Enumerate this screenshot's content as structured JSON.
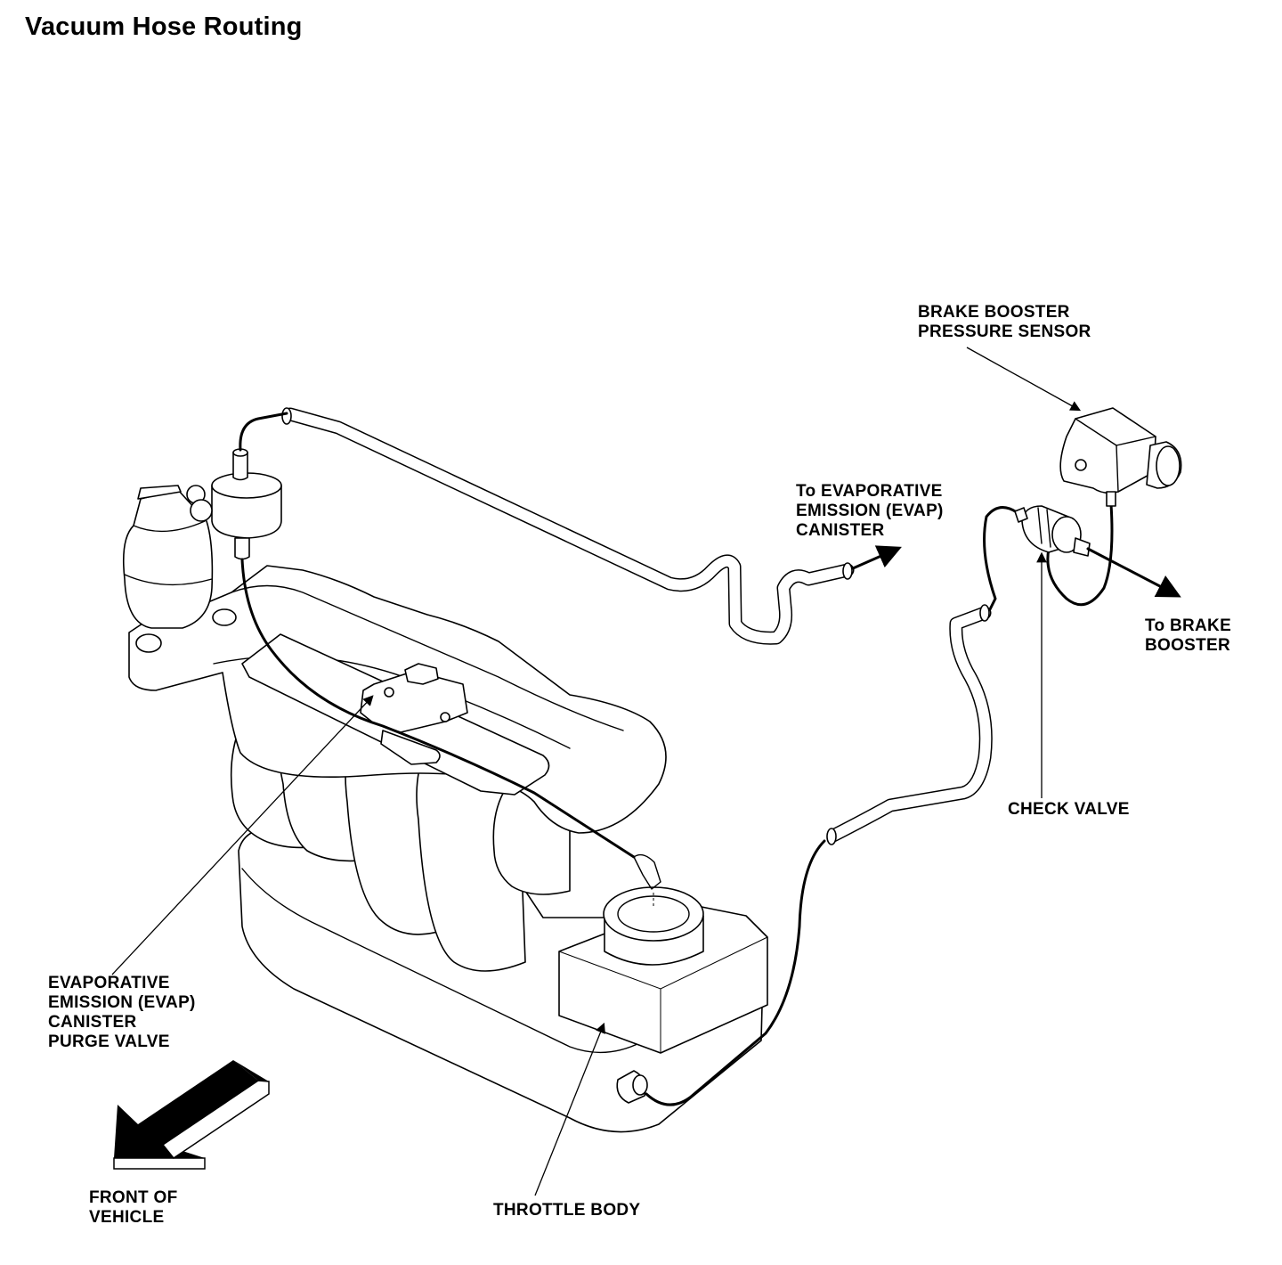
{
  "title": "Vacuum Hose Routing",
  "labels": {
    "brake_booster_pressure_sensor": "BRAKE BOOSTER\nPRESSURE SENSOR",
    "to_evap_canister": "To EVAPORATIVE\nEMISSION (EVAP)\nCANISTER",
    "to_brake_booster": "To BRAKE\nBOOSTER",
    "check_valve": "CHECK VALVE",
    "evap_canister_purge_valve": "EVAPORATIVE\nEMISSION (EVAP)\nCANISTER\nPURGE VALVE",
    "front_of_vehicle": "FRONT OF\nVEHICLE",
    "throttle_body": "THROTTLE BODY"
  }
}
